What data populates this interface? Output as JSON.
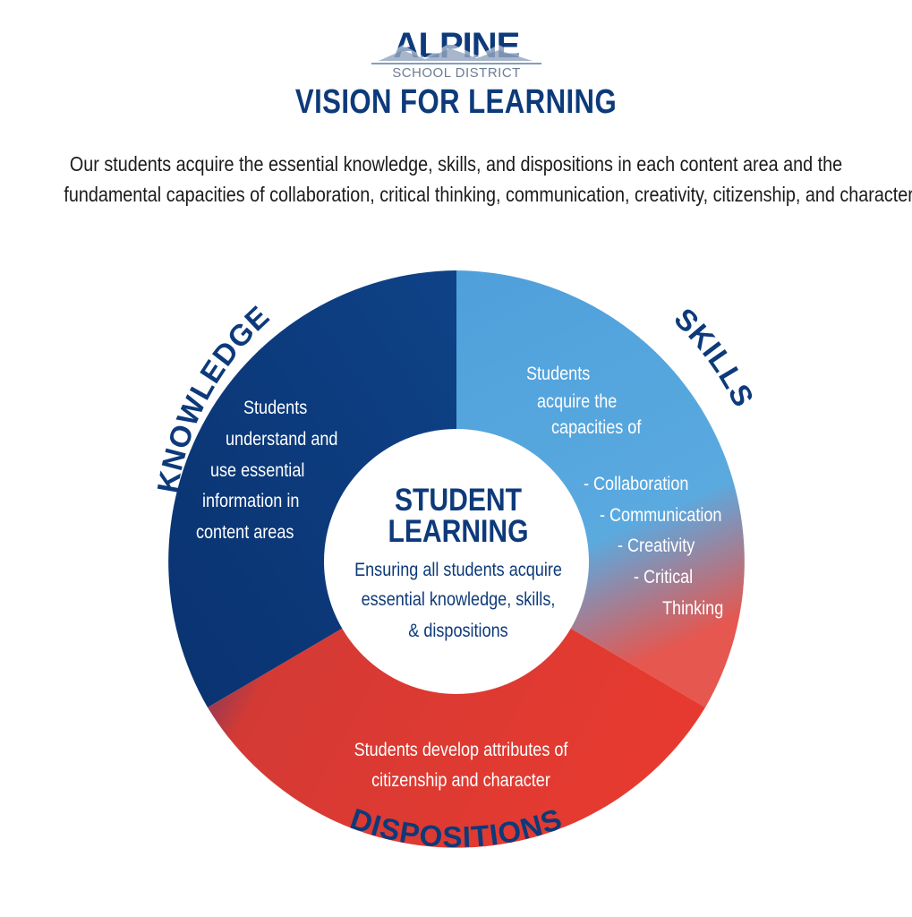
{
  "logo": {
    "name": "ALPINE",
    "subtitle": "SCHOOL DISTRICT"
  },
  "title": "VISION FOR LEARNING",
  "intro": {
    "line1": "Our students acquire the essential knowledge, skills, and dispositions in each content area and the",
    "line2": "fundamental capacities of collaboration, critical thinking, communication, creativity, citizenship, and character."
  },
  "center": {
    "title_line1": "STUDENT",
    "title_line2": "LEARNING",
    "body": [
      "Ensuring all students acquire",
      "essential knowledge, skills,",
      "& dispositions"
    ]
  },
  "segments": {
    "knowledge": {
      "label": "KNOWLEDGE",
      "color": "#0b3a78",
      "body": [
        "Students",
        "understand and",
        "use essential",
        "information in",
        "content areas"
      ]
    },
    "skills": {
      "label": "SKILLS",
      "color": "#55a5dd",
      "body": [
        "Students",
        "acquire the",
        "capacities of"
      ],
      "list": [
        "- Collaboration",
        "- Communication",
        "- Creativity",
        "- Critical",
        "Thinking"
      ]
    },
    "dispositions": {
      "label": "DISPOSITIONS",
      "color": "#e63a30",
      "body": [
        "Students develop attributes of",
        "citizenship and character"
      ]
    }
  }
}
